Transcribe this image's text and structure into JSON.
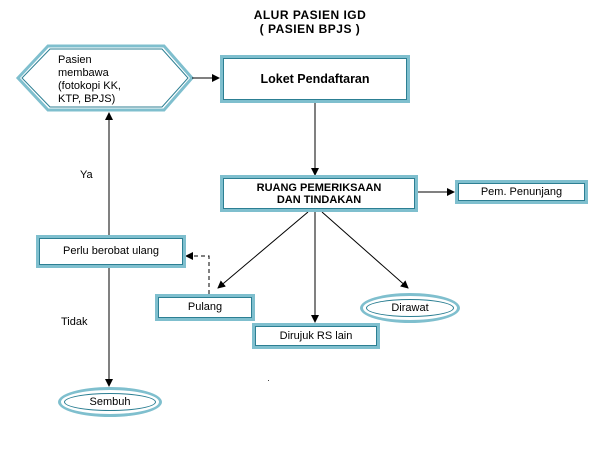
{
  "title": {
    "line1": "ALUR  PASIEN IGD",
    "line2": "( PASIEN BPJS )"
  },
  "nodes": {
    "pasien": "Pasien\nmembawa\n(fotokopi KK,\nKTP, BPJS)",
    "loket": "Loket Pendaftaran",
    "ruang": "RUANG PEMERIKSAAN\nDAN TINDAKAN",
    "penunjang": "Pem. Penunjang",
    "berobat": "Perlu berobat ulang",
    "pulang": "Pulang",
    "dirujuk": "Dirujuk RS lain",
    "dirawat": "Dirawat",
    "sembuh": "Sembuh"
  },
  "edge_labels": {
    "ya": "Ya",
    "tidak": "Tidak"
  },
  "colors": {
    "box_border_light": "#7fbfce",
    "box_border_dark": "#2c7f93",
    "arrow": "#000000"
  }
}
